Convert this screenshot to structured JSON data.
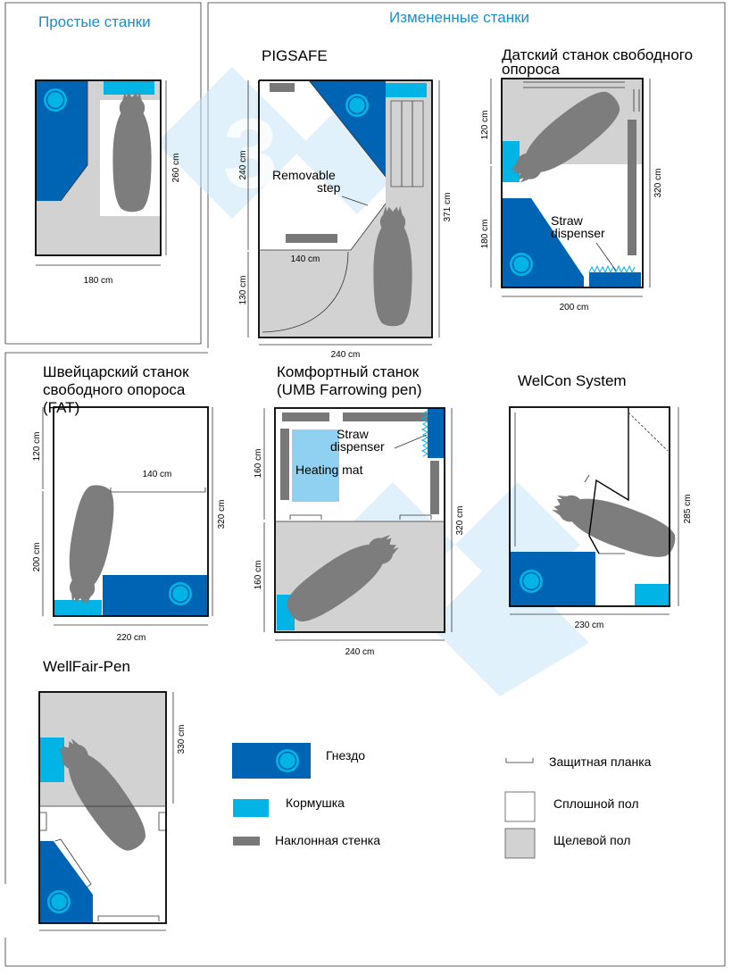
{
  "sections": {
    "simple": "Простые станки",
    "modified": "Измененные станки"
  },
  "pens": {
    "pigsafe": {
      "title": "PIGSAFE",
      "d_240": "240 cm",
      "d_130": "130 cm",
      "d_140": "140 cm",
      "d_371": "371 cm",
      "d_240b": "240 cm",
      "step1": "Removable",
      "step2": "step"
    },
    "simple": {
      "d_260": "260 cm",
      "d_180": "180 cm"
    },
    "danish": {
      "title1": "Датский станок свободного",
      "title2": "опороса",
      "d_120": "120 cm",
      "d_180": "180 cm",
      "d_320": "320 cm",
      "d_200": "200 cm",
      "straw1": "Straw",
      "straw2": "dispenser"
    },
    "swiss": {
      "title1": "Швейцарский станок",
      "title2": "свободного опороса",
      "title3": "(FAT)",
      "d_120": "120 cm",
      "d_140": "140 cm",
      "d_200": "200 cm",
      "d_320": "320 cm",
      "d_220": "220 cm"
    },
    "comfort": {
      "title1": "Комфортный станок",
      "title2": "(UMB Farrowing pen)",
      "d_160a": "160 cm",
      "d_160b": "160 cm",
      "d_320": "320 cm",
      "d_240": "240 cm",
      "straw1": "Straw",
      "straw2": "dispenser",
      "heat": "Heating mat"
    },
    "welcon": {
      "title": "WelCon System",
      "d_285": "285 cm",
      "d_230": "230 cm"
    },
    "wellfair": {
      "title": "WellFair-Pen",
      "d_330": "330 cm"
    }
  },
  "legend": {
    "nest": "Гнездо",
    "feeder": "Кормушка",
    "slope": "Наклонная стенка",
    "bar": "Защитная планка",
    "solid": "Сплошной пол",
    "slatted": "Щелевой пол"
  },
  "watermark": "3",
  "colors": {
    "nest": "#0064b4",
    "feeder": "#00b4e6",
    "slatted": "#d2d2d2",
    "wall_gray": "#787878",
    "pig": "#7d7d7d",
    "heating": "#90d0f0",
    "header": "#1a8fc7",
    "watermark": "#c8e6f8"
  },
  "icons": [
    "nest-disc-icon",
    "pig-icon",
    "straw-icon",
    "protection-bar-icon"
  ]
}
